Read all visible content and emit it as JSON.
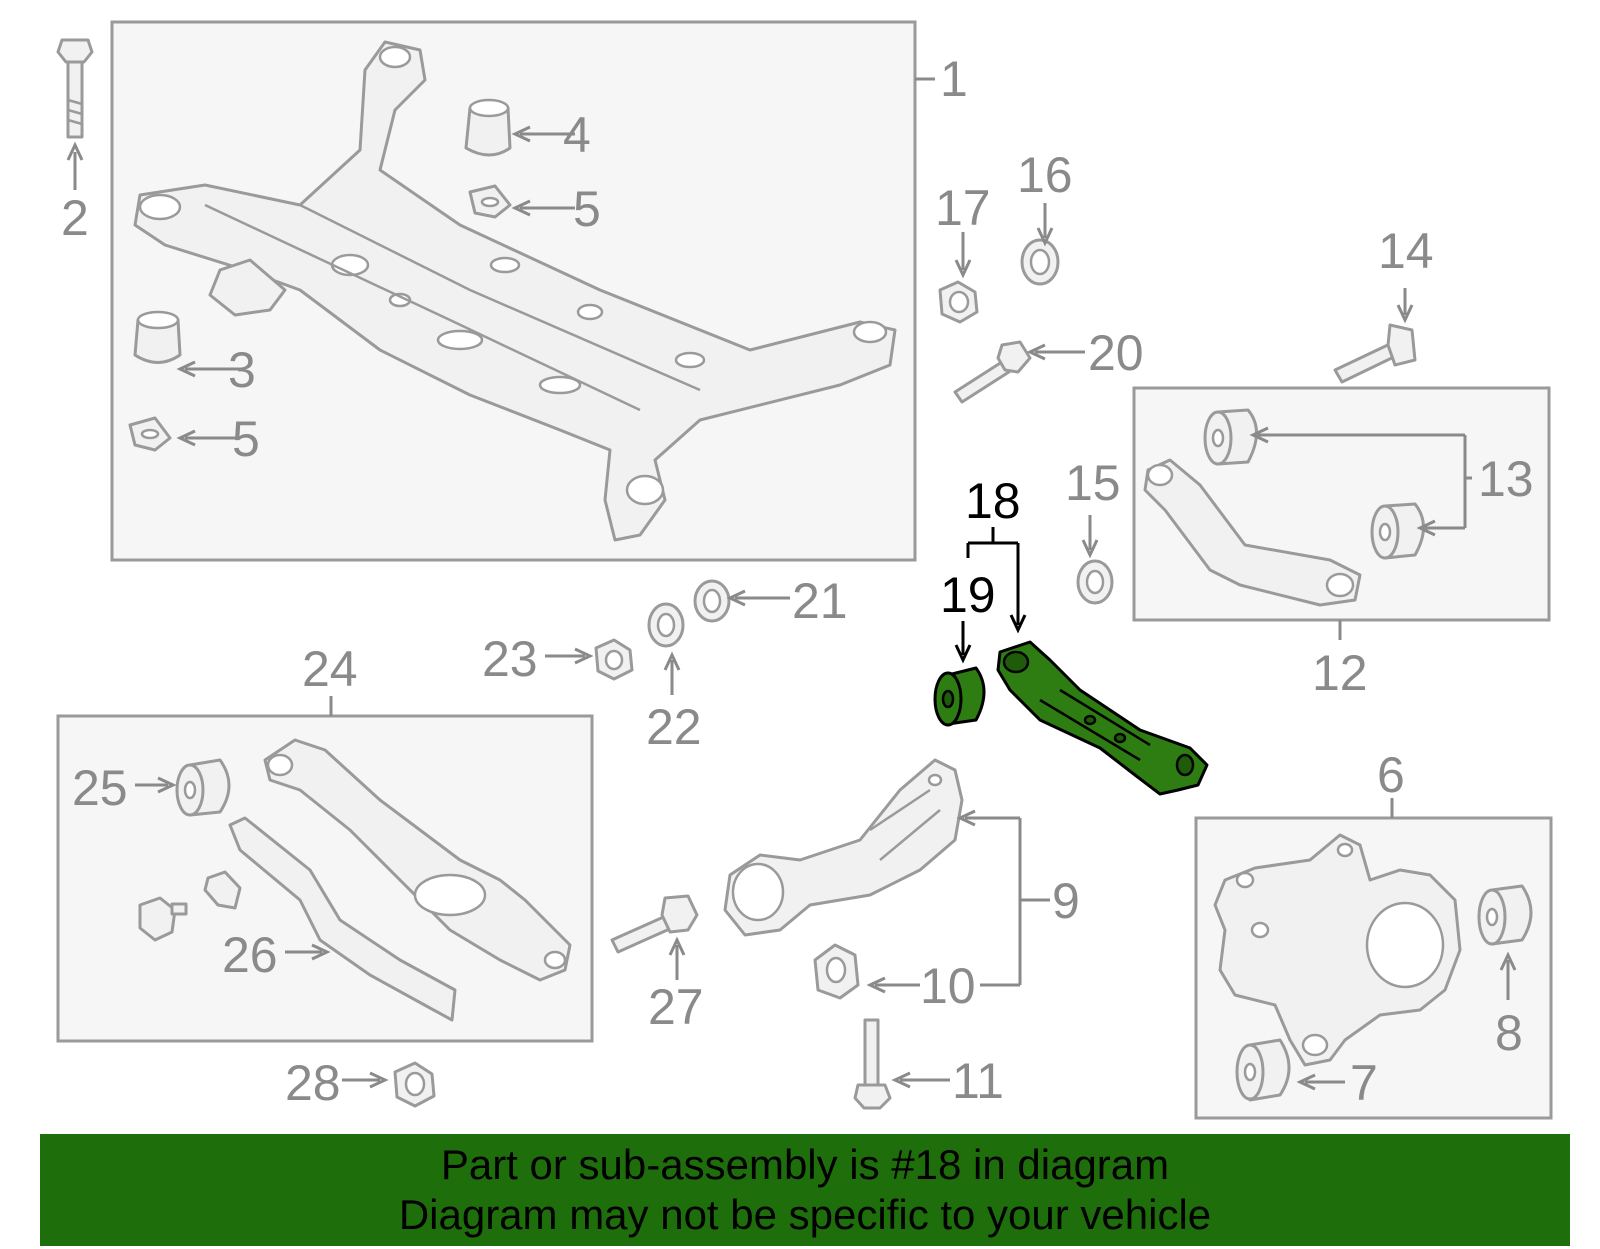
{
  "callouts": {
    "c1": "1",
    "c2": "2",
    "c3": "3",
    "c4": "4",
    "c5a": "5",
    "c5b": "5",
    "c6": "6",
    "c7": "7",
    "c8": "8",
    "c9": "9",
    "c10": "10",
    "c11": "11",
    "c12": "12",
    "c13": "13",
    "c14": "14",
    "c15": "15",
    "c16": "16",
    "c17": "17",
    "c18": "18",
    "c19": "19",
    "c20": "20",
    "c21": "21",
    "c22": "22",
    "c23": "23",
    "c24": "24",
    "c25": "25",
    "c26": "26",
    "c27": "27",
    "c28": "28"
  },
  "highlight": {
    "part_number": "18",
    "color": "#2e7d12"
  },
  "banner": {
    "line1": "Part or sub-assembly is #18 in diagram",
    "line2": "Diagram may not be specific to your vehicle",
    "background": "#1f6e0c"
  },
  "colors": {
    "line_gray": "#8a8a8a",
    "part_fill": "#f1f1f1"
  }
}
